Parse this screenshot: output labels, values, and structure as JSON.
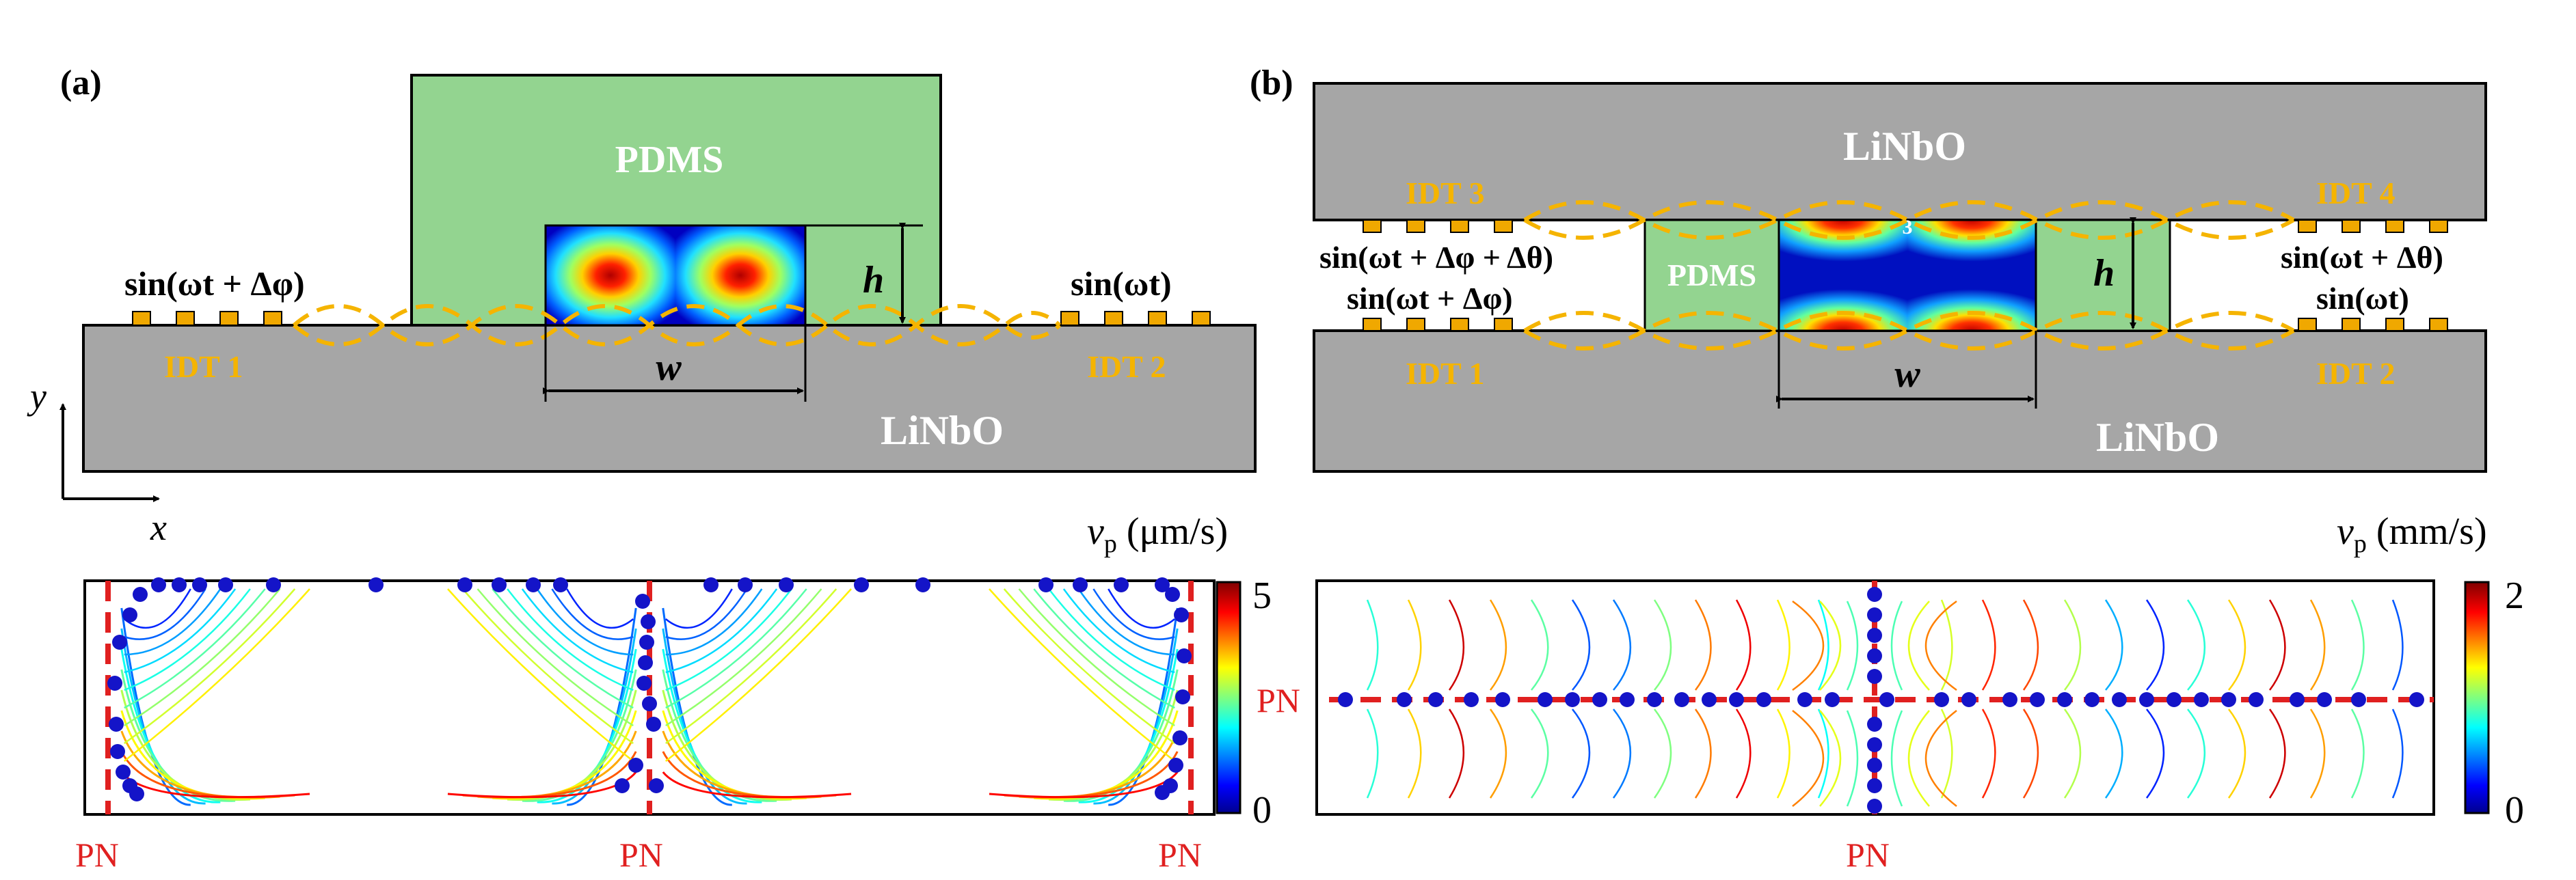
{
  "panel_a": {
    "label": "(a)",
    "pdms": "PDMS",
    "substrate": "LiNbO",
    "signal_left": "sin(ωt + Δφ)",
    "signal_right": "sin(ωt)",
    "idt_left": "IDT 1",
    "idt_right": "IDT 2",
    "dim_h": "h",
    "dim_w": "w",
    "axis_y": "y",
    "axis_x": "x",
    "colorbar_title": "v",
    "colorbar_sub": "p",
    "colorbar_unit": " (μm/s)",
    "colorbar_max": "5",
    "colorbar_min": "0",
    "pn_labels": [
      "PN",
      "PN",
      "PN"
    ]
  },
  "panel_b": {
    "label": "(b)",
    "substrate_top": "LiNbO",
    "substrate_bottom": "LiNbO",
    "pdms": "PDMS",
    "idt_top_left": "IDT 3",
    "idt_top_right": "IDT 4",
    "idt_bottom_left": "IDT 1",
    "idt_bottom_right": "IDT 2",
    "signal_top_left": "sin(ωt + Δφ + Δθ)",
    "signal_bottom_left": "sin(ωt + Δφ)",
    "signal_top_right": "sin(ωt + Δθ)",
    "signal_bottom_right": "sin(ωt)",
    "dim_h": "h",
    "dim_w": "w",
    "subscript_mark": "3",
    "colorbar_title": "v",
    "colorbar_sub": "p",
    "colorbar_unit": " (mm/s)",
    "colorbar_max": "2",
    "colorbar_min": "0",
    "pn_left": "PN",
    "pn_bottom": "PN"
  },
  "colors": {
    "substrate": "#a6a6a6",
    "pdms": "#93d490",
    "idt": "#f0a800",
    "label_orange": "#f5b400",
    "pn_red": "#e02020",
    "particle": "#1414c8"
  }
}
